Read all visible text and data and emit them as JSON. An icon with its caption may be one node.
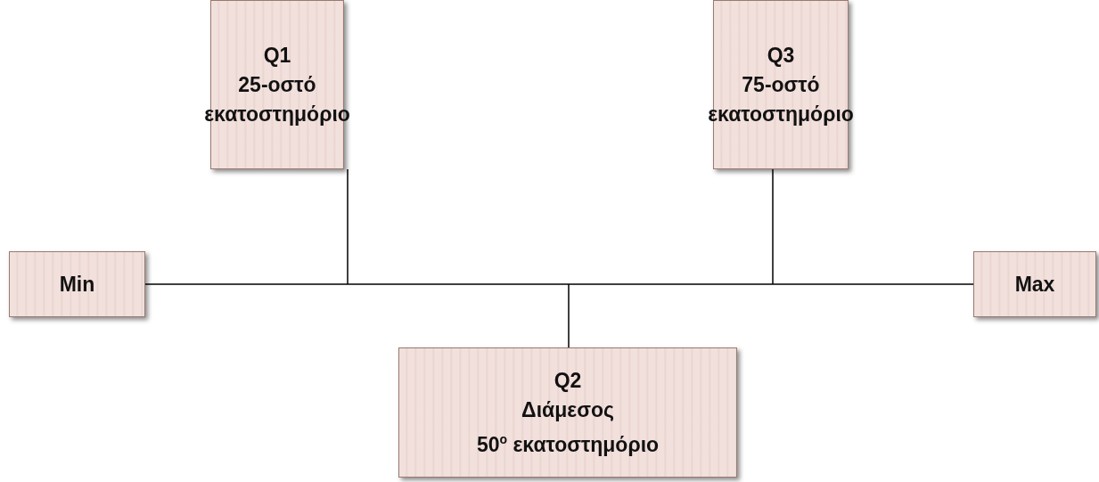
{
  "diagram": {
    "nodes": [
      {
        "text": [
          "Q1",
          "25-οστό εκατοστημόριο"
        ]
      },
      {
        "text": [
          "Q3",
          "75-οστό εκατοστημόριο"
        ]
      },
      {
        "text": [
          "Min"
        ]
      },
      {
        "text": [
          "Max"
        ]
      },
      {
        "text": [
          "Q2",
          "Διάμεσος",
          "50$^{o}$ εκατοστημόριο"
        ]
      }
    ],
    "edges": [
      {
        "from": 2,
        "to": 3,
        "arrow": "none"
      },
      {
        "from": 0,
        "to": null,
        "arrow": "none"
      },
      {
        "from": 1,
        "to": null,
        "arrow": "none"
      },
      {
        "from": 4,
        "to": null,
        "arrow": "none"
      }
    ]
  }
}
